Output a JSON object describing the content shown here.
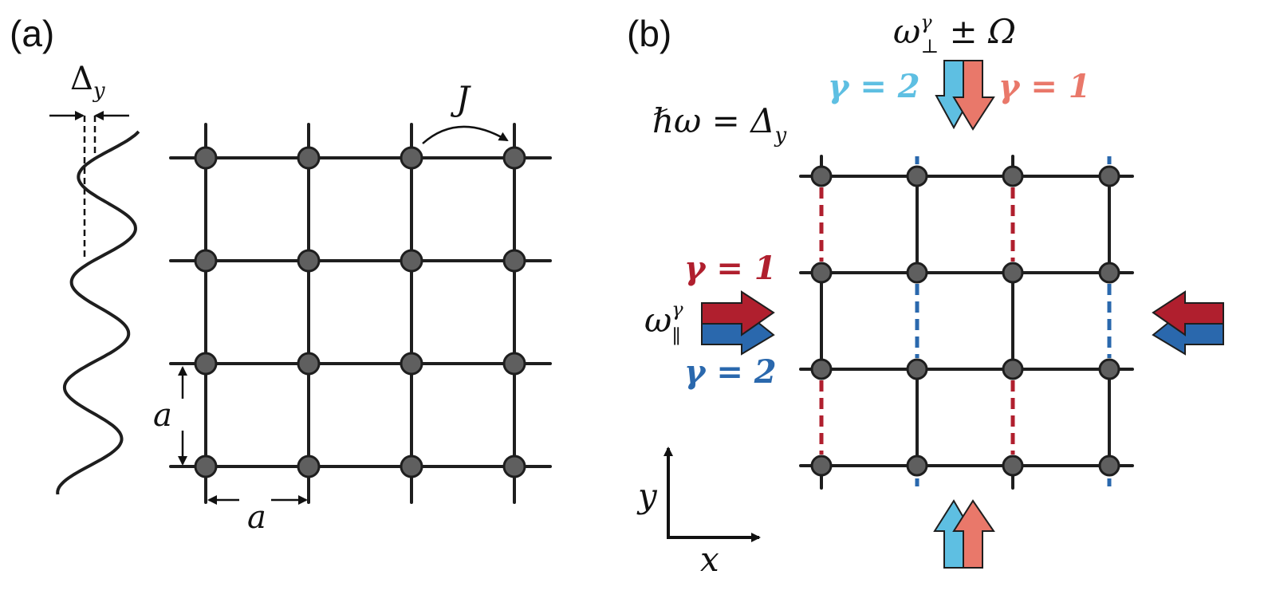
{
  "panel_a": {
    "label": "(a)",
    "delta_symbol": "Δ",
    "delta_sub": "y",
    "hopping_label": "J",
    "spacing_vertical": "a",
    "spacing_horizontal": "a"
  },
  "panel_b": {
    "label": "(b)",
    "resonance": {
      "lhs": "ℏω = Δ",
      "sub": "y"
    },
    "perp_freq": {
      "base": "ω",
      "sup": "γ",
      "sub": "⊥",
      "rest": " ± Ω"
    },
    "par_freq": {
      "base": "ω",
      "sup": "γ",
      "sub": "∥"
    },
    "top_gamma2": "γ = 2",
    "top_gamma1": "γ = 1",
    "left_gamma1": "γ = 1",
    "left_gamma2": "γ = 2",
    "axis_y": "y",
    "axis_x": "x"
  },
  "colors": {
    "light_blue": "#5ebfe2",
    "light_red": "#e9786a",
    "dark_red": "#b01f2e",
    "dark_blue": "#2a68ad",
    "site_fill": "#5f5f5f",
    "line": "#1e1e1e"
  }
}
